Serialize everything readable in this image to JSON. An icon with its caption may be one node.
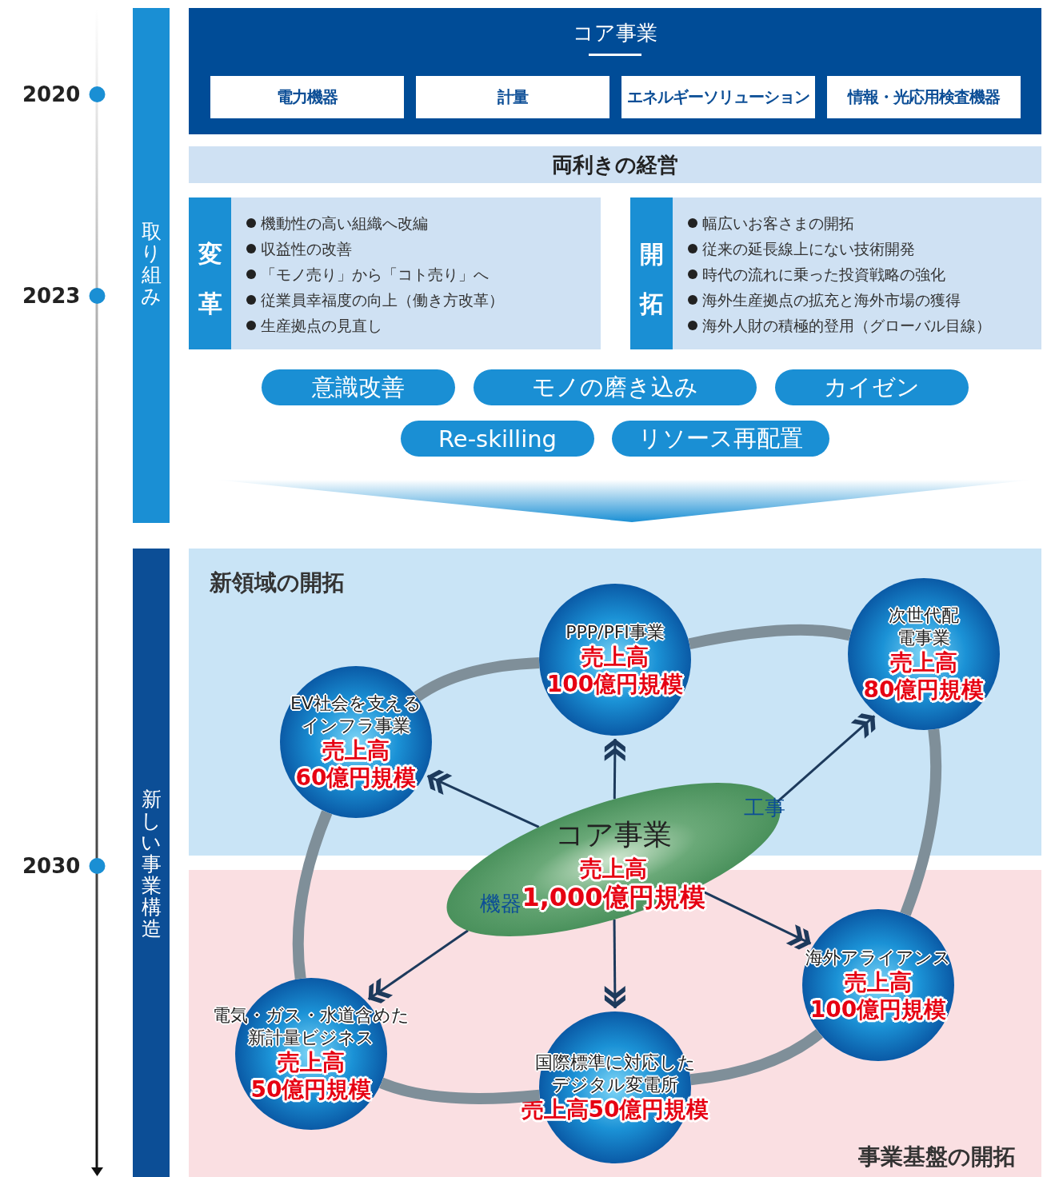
{
  "diagram": {
    "nodes": [
      {
        "text": [
          "コア事業"
        ]
      },
      {
        "text": [
          "電力機器"
        ],
        "in": 0
      },
      {
        "text": [
          "計量"
        ],
        "in": 0
      },
      {
        "text": [
          "エネルギーソリューション"
        ],
        "in": 0
      },
      {
        "text": [
          "情報・光応用検査機器"
        ],
        "in": 0
      },
      {
        "text": [
          "両利きの経営"
        ]
      },
      {
        "text": [
          "変革",
          "機動性の高い組織へ改編",
          "収益性の改善",
          "「モノ売り」から「コト売り」へ",
          "従業員幸福度の向上（働き方改革）",
          "生産拠点の見直し"
        ]
      },
      {
        "text": [
          "開拓",
          "幅広いお客さまの開拓",
          "従来の延長線上にない技術開発",
          "時代の流れに乗った投資戦略の強化",
          "海外生産拠点の拡充と海外市場の獲得",
          "海外人財の積極的登用（グローバル目線）"
        ]
      },
      {
        "text": [
          "意識改善"
        ]
      },
      {
        "text": [
          "モノの磨き込み"
        ]
      },
      {
        "text": [
          "カイゼン"
        ]
      },
      {
        "text": [
          "Re-skilling"
        ]
      },
      {
        "text": [
          "リソース再配置"
        ]
      },
      {
        "text": [
          "取り組み"
        ]
      },
      {
        "text": [
          "新しい事業構造"
        ]
      },
      {
        "text": [
          "新領域の開拓"
        ]
      },
      {
        "text": [
          "事業基盤の開拓"
        ]
      },
      {
        "text": [
          "PPP/PFI事業",
          "売上高",
          "100億円規模"
        ],
        "in": 15
      },
      {
        "text": [
          "次世代配電事業",
          "売上高",
          "80億円規模"
        ],
        "in": 15
      },
      {
        "text": [
          "EV社会を支えるインフラ事業",
          "売上高",
          "60億円規模"
        ],
        "in": 15
      },
      {
        "text": [
          "コア事業",
          "売上高",
          "1,000億円規模",
          "工事",
          "機器"
        ]
      },
      {
        "text": [
          "海外アライアンス",
          "売上高",
          "100億円規模"
        ],
        "in": 16
      },
      {
        "text": [
          "電気・ガス・水道含めた新計量ビジネス",
          "売上高",
          "50億円規模"
        ],
        "in": 16
      },
      {
        "text": [
          "国際標準に対応したデジタル変電所",
          "売上高50億円規模"
        ],
        "in": 16
      }
    ],
    "edges": [
      {
        "from": 17,
        "to": 18,
        "arrow": "none",
        "style": "thick",
        "color": "#7f8f99"
      },
      {
        "from": 18,
        "to": 21,
        "arrow": "none",
        "style": "thick",
        "color": "#7f8f99"
      },
      {
        "from": 21,
        "to": 23,
        "arrow": "none",
        "style": "thick",
        "color": "#7f8f99"
      },
      {
        "from": 23,
        "to": 22,
        "arrow": "none",
        "style": "thick",
        "color": "#7f8f99"
      },
      {
        "from": 22,
        "to": 19,
        "arrow": "none",
        "style": "thick",
        "color": "#7f8f99"
      },
      {
        "from": 19,
        "to": 17,
        "arrow": "none",
        "style": "thick",
        "color": "#7f8f99"
      },
      {
        "from": 20,
        "to": 17,
        "arrow": "to",
        "color": "#1d3a5c"
      },
      {
        "from": 20,
        "to": 19,
        "arrow": "to",
        "color": "#1d3a5c"
      },
      {
        "from": 20,
        "to": 18,
        "arrow": "to",
        "color": "#1d3a5c"
      },
      {
        "from": 20,
        "to": 21,
        "arrow": "to",
        "color": "#1d3a5c"
      },
      {
        "from": 20,
        "to": 23,
        "arrow": "to",
        "color": "#1d3a5c"
      },
      {
        "from": 20,
        "to": 22,
        "arrow": "to",
        "color": "#1d3a5c"
      }
    ],
    "labels": [
      "2020",
      "2023",
      "2030"
    ]
  }
}
